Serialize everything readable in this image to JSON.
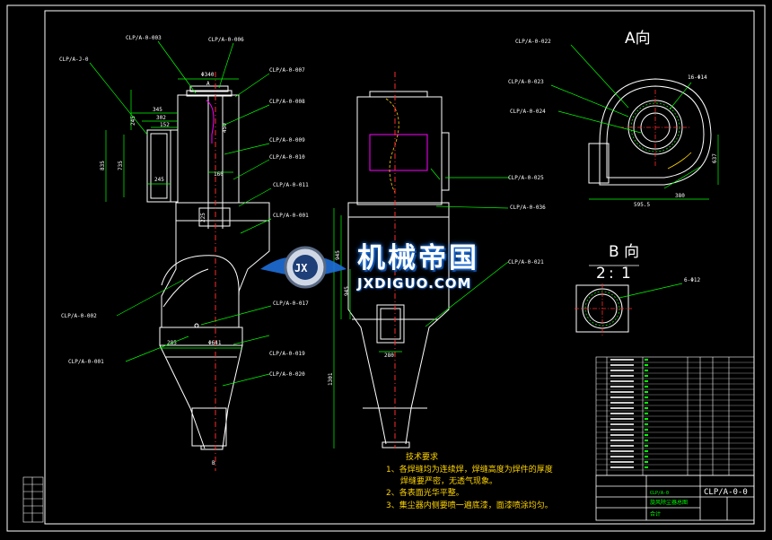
{
  "views": {
    "a_view_title": "A向",
    "b_view_title": "B 向",
    "b_view_scale_left": "2",
    "b_view_scale_sep": ":",
    "b_view_scale_right": "1",
    "a_letter": "A",
    "b_letter": "B"
  },
  "front_labels": [
    "CLP/A-J-0",
    "CLP/A-0-003",
    "CLP/A-0-006",
    "CLP/A-0-007",
    "CLP/A-0-008",
    "CLP/A-0-009",
    "CLP/A-0-010",
    "CLP/A-0-011",
    "CLP/A-0-001",
    "CLP/A-0-002",
    "CLP/A-0-017",
    "CLP/A-0-001",
    "CLP/A-0-019",
    "CLP/A-0-020"
  ],
  "side_labels": [
    "CLP/A-0-025",
    "CLP/A-0-036",
    "CLP/A-0-021"
  ],
  "a_view_labels": [
    "CLP/A-0-022",
    "CLP/A-0-023",
    "CLP/A-0-024",
    "16-Φ14"
  ],
  "b_view_labels": [
    "6-Φ12"
  ],
  "dimensions": {
    "top_dia": "Φ340",
    "w345": "345",
    "w302": "302",
    "w152": "152",
    "h835": "835",
    "h735": "735",
    "w245": "245",
    "h450": "450",
    "w160": "160",
    "w225": "225",
    "w285": "285",
    "dia641": "Φ641",
    "a_w5955": "595.5",
    "a_h637": "637",
    "a_w380": "380",
    "s_w280": "280",
    "s_h1301": "1301",
    "s_h945": "945",
    "s_h945b": "945"
  },
  "tech": {
    "title": "技术要求",
    "line1": "1、各焊缝均为连续焊，焊缝高度为焊件的厚度",
    "line1b": "焊缝要严密，无透气现象。",
    "line2": "2、各表面光华平整。",
    "line3": "3、集尘器内侧要喷一遍底漆，面漆喷涂均匀。"
  },
  "title_block": {
    "drawing_no": "CLP/A-0-0",
    "org": "CLP/A-0",
    "name": "旋风除尘器总图",
    "material": "合计"
  },
  "watermark": {
    "cn": "机械帝国",
    "en": "JXDIGUO.COM",
    "badge": "JX"
  },
  "colors": {
    "outline": "#ffffff",
    "leader": "#00ff00",
    "center": "#ff2a2a",
    "magenta": "#ff00ff",
    "yellow": "#ffd400",
    "cyan": "#00e5ff"
  }
}
